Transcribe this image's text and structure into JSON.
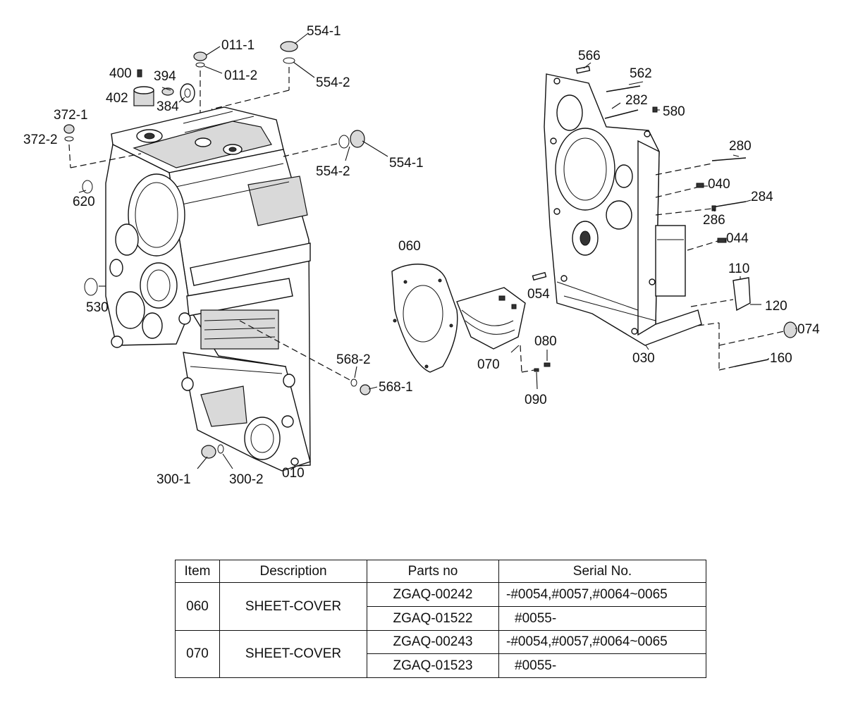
{
  "labels": {
    "p011_1": "011-1",
    "p011_2": "011-2",
    "p554_1a": "554-1",
    "p554_2a": "554-2",
    "p400": "400",
    "p394": "394",
    "p402": "402",
    "p384": "384",
    "p372_1": "372-1",
    "p372_2": "372-2",
    "p554_2b": "554-2",
    "p554_1b": "554-1",
    "p620": "620",
    "p530": "530",
    "p060": "060",
    "p070": "070",
    "p568_2": "568-2",
    "p568_1": "568-1",
    "p300_1": "300-1",
    "p300_2": "300-2",
    "p010": "010",
    "p054": "054",
    "p080": "080",
    "p090": "090",
    "p566": "566",
    "p562": "562",
    "p282": "282",
    "p580": "580",
    "p280": "280",
    "p040": "040",
    "p284": "284",
    "p286": "286",
    "p044": "044",
    "p110": "110",
    "p120": "120",
    "p074": "074",
    "p030": "030",
    "p160": "160"
  },
  "table": {
    "headers": [
      "Item",
      "Description",
      "Parts no",
      "Serial No."
    ],
    "rows": [
      {
        "item": "060",
        "description": "SHEET-COVER",
        "parts": [
          {
            "part_no": "ZGAQ-00242",
            "serial": "-#0054,#0057,#0064~0065"
          },
          {
            "part_no": "ZGAQ-01522",
            "serial": "#0055-"
          }
        ]
      },
      {
        "item": "070",
        "description": "SHEET-COVER",
        "parts": [
          {
            "part_no": "ZGAQ-00243",
            "serial": "-#0054,#0057,#0064~0065"
          },
          {
            "part_no": "ZGAQ-01523",
            "serial": "#0055-"
          }
        ]
      }
    ]
  }
}
